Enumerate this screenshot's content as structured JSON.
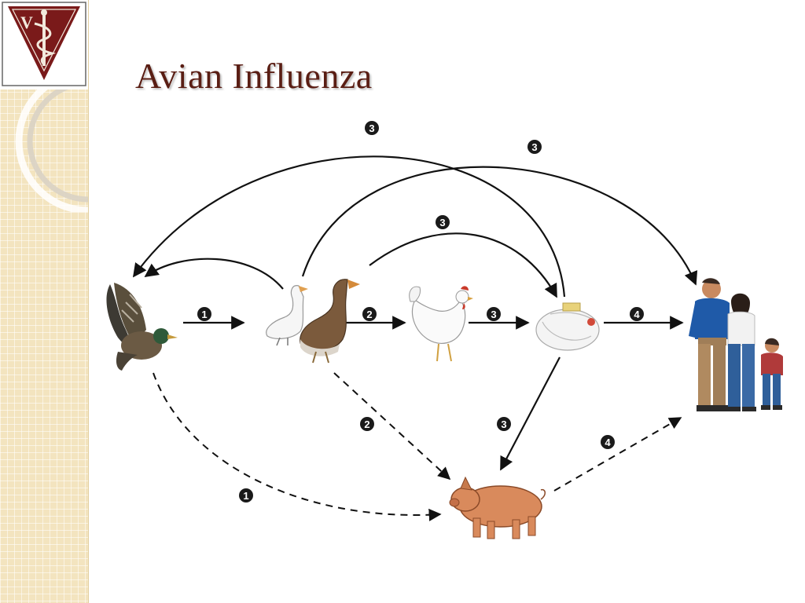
{
  "slide": {
    "title": "Avian Influenza",
    "colors": {
      "title": "#5a1e14",
      "sidebar": "#f3e4bf",
      "logo_maroon": "#7a1a1a"
    }
  },
  "logo": {
    "icon": "caduceus-shield-icon"
  },
  "diagram": {
    "nodes": [
      {
        "id": "wild-duck",
        "icon": "wild-duck-icon"
      },
      {
        "id": "domestic-waterfowl",
        "icon": "goose-icon"
      },
      {
        "id": "chicken",
        "icon": "chicken-icon"
      },
      {
        "id": "poultry",
        "icon": "poultry-icon"
      },
      {
        "id": "pig",
        "icon": "pig-icon"
      },
      {
        "id": "humans",
        "icon": "human-family-icon"
      }
    ],
    "badges": {
      "b1": "1",
      "b2": "2",
      "b3": "3",
      "b4": "4",
      "arc_top_left": "3",
      "arc_top_right": "3",
      "arc_mid": "3",
      "dash_duck_pig": "1",
      "dash_goose_pig": "2",
      "solid_poultry_pig": "3",
      "dash_pig_humans": "4"
    }
  }
}
